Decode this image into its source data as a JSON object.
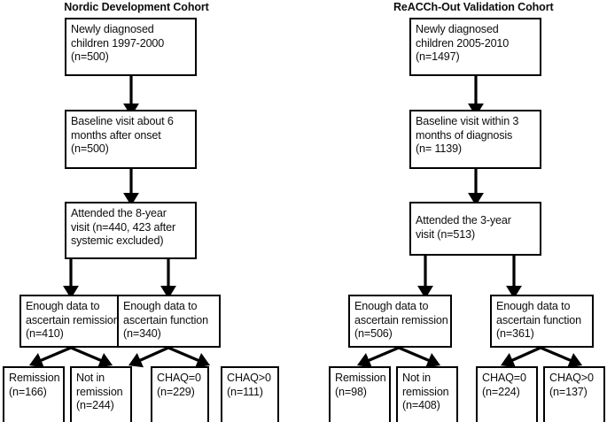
{
  "figure": {
    "type": "flowchart",
    "description": "Two parallel patient cohort flow diagrams",
    "line_color": "#000000",
    "text_color": "#0d0d0d",
    "background": "#ffffff"
  },
  "columns": [
    {
      "id": "nordic",
      "title": "Nordic Development Cohort",
      "nodes": [
        {
          "id": "n1",
          "lines": [
            "Newly diagnosed",
            "children 1997-2000",
            "(n=500)"
          ]
        },
        {
          "id": "n2",
          "lines": [
            "Baseline visit about 6",
            "months after onset",
            "(n=500)"
          ]
        },
        {
          "id": "n3",
          "lines": [
            "Attended the 8-year",
            "visit (n=440, 423 after",
            "systemic excluded)"
          ]
        },
        {
          "id": "n4",
          "lines": [
            "Enough data to",
            "ascertain remission",
            "(n=410)"
          ]
        },
        {
          "id": "n5",
          "lines": [
            "Enough data to",
            "ascertain function",
            "(n=340)"
          ]
        },
        {
          "id": "n6",
          "lines": [
            "Remission",
            "(n=166)"
          ]
        },
        {
          "id": "n7",
          "lines": [
            "Not in",
            "remission",
            "(n=244)"
          ]
        },
        {
          "id": "n8",
          "lines": [
            "CHAQ=0",
            "(n=229)"
          ]
        },
        {
          "id": "n9",
          "lines": [
            "CHAQ>0",
            "(n=111)"
          ]
        }
      ]
    },
    {
      "id": "reacch",
      "title": "ReACCh-Out Validation Cohort",
      "nodes": [
        {
          "id": "r1",
          "lines": [
            "Newly diagnosed",
            "children 2005-2010",
            "(n=1497)"
          ]
        },
        {
          "id": "r2",
          "lines": [
            "Baseline visit within 3",
            "months of diagnosis",
            "(n= 1139)"
          ]
        },
        {
          "id": "r3",
          "lines": [
            "Attended the 3-year",
            "visit (n=513)"
          ]
        },
        {
          "id": "r4",
          "lines": [
            "Enough data to",
            "ascertain remission",
            "(n=506)"
          ]
        },
        {
          "id": "r5",
          "lines": [
            "Enough data to",
            "ascertain function",
            "(n=361)"
          ]
        },
        {
          "id": "r6",
          "lines": [
            "Remission",
            "(n=98)"
          ]
        },
        {
          "id": "r7",
          "lines": [
            "Not in",
            "remission",
            "(n=408)"
          ]
        },
        {
          "id": "r8",
          "lines": [
            "CHAQ=0",
            "(n=224)"
          ]
        },
        {
          "id": "r9",
          "lines": [
            "CHAQ>0",
            "(n=137)"
          ]
        }
      ]
    }
  ]
}
